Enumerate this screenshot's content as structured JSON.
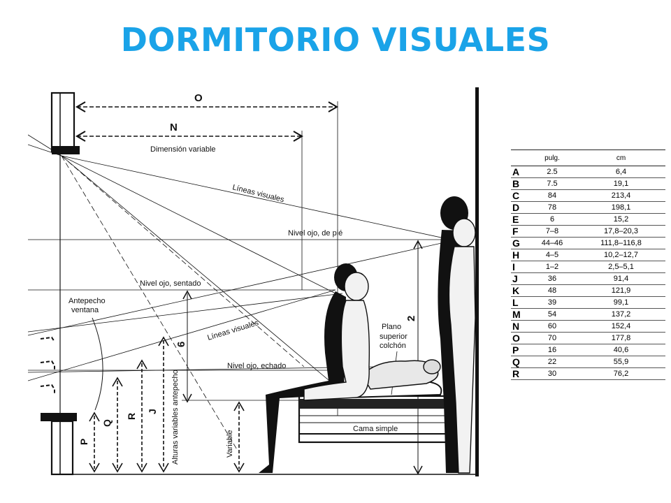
{
  "page": {
    "title": "DORMITORIO VISUALES",
    "title_color": "#1aa3e8"
  },
  "diagram": {
    "labels": {
      "O": "O",
      "N": "N",
      "dimension_variable": "Dimensión variable",
      "lineas_visuales_top": "Líneas visuales",
      "nivel_ojo_pie": "Nivel ojo, de pié",
      "nivel_ojo_sentado": "Nivel ojo, sentado",
      "antepecho": "Antepecho",
      "ventana": "ventana",
      "lineas_visuales_mid": "Líneas visuales",
      "nivel_ojo_echado": "Nivel ojo, echado",
      "plano": "Plano",
      "superior": "superior",
      "colchon": "colchón",
      "cama_simple": "Cama simple",
      "alturas": "Alturas variables antepecho",
      "variable": "Variable",
      "num_6": "6",
      "num_2": "2",
      "P": "P",
      "Q": "Q",
      "R": "R",
      "J": "J"
    }
  },
  "table": {
    "headers": {
      "pulg": "pulg.",
      "cm": "cm"
    },
    "rows": [
      {
        "letter": "A",
        "pulg": "2.5",
        "cm": "6,4"
      },
      {
        "letter": "B",
        "pulg": "7.5",
        "cm": "19,1"
      },
      {
        "letter": "C",
        "pulg": "84",
        "cm": "213,4"
      },
      {
        "letter": "D",
        "pulg": "78",
        "cm": "198,1"
      },
      {
        "letter": "E",
        "pulg": "6",
        "cm": "15,2"
      },
      {
        "letter": "F",
        "pulg": "7–8",
        "cm": "17,8–20,3"
      },
      {
        "letter": "G",
        "pulg": "44–46",
        "cm": "111,8–116,8"
      },
      {
        "letter": "H",
        "pulg": "4–5",
        "cm": "10,2–12,7"
      },
      {
        "letter": "I",
        "pulg": "1–2",
        "cm": "2,5–5,1"
      },
      {
        "letter": "J",
        "pulg": "36",
        "cm": "91,4"
      },
      {
        "letter": "K",
        "pulg": "48",
        "cm": "121,9"
      },
      {
        "letter": "L",
        "pulg": "39",
        "cm": "99,1"
      },
      {
        "letter": "M",
        "pulg": "54",
        "cm": "137,2"
      },
      {
        "letter": "N",
        "pulg": "60",
        "cm": "152,4"
      },
      {
        "letter": "O",
        "pulg": "70",
        "cm": "177,8"
      },
      {
        "letter": "P",
        "pulg": "16",
        "cm": "40,6"
      },
      {
        "letter": "Q",
        "pulg": "22",
        "cm": "55,9"
      },
      {
        "letter": "R",
        "pulg": "30",
        "cm": "76,2"
      }
    ]
  }
}
